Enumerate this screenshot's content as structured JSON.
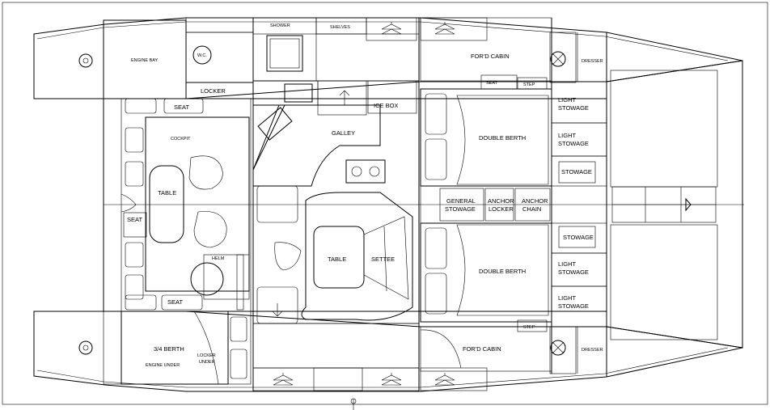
{
  "labels": {
    "engine_bay": "ENGINE BAY",
    "wc": "W.C.",
    "shower": "SHOWER",
    "shelves": "SHELVES",
    "locker": "LOCKER",
    "seat_top": "SEAT",
    "cockpit": "COCKPIT",
    "table_cockpit": "TABLE",
    "seat_side": "SEAT",
    "helm": "HELM",
    "seat_bottom": "SEAT",
    "galley": "GALLEY",
    "ice_box": "ICE BOX",
    "table_saloon": "TABLE",
    "settee": "SETTEE",
    "ford_cabin_top": "FOR'D CABIN",
    "ford_cabin_bottom": "FOR'D CABIN",
    "seat_ford": "SEAT",
    "step_top": "STEP",
    "step_bottom": "STEP",
    "double_berth_top": "DOUBLE BERTH",
    "double_berth_bottom": "DOUBLE BERTH",
    "general_stowage_1": "GENERAL",
    "general_stowage_2": "STOWAGE",
    "anchor_locker_1": "ANCHOR",
    "anchor_locker_2": "LOCKER",
    "anchor_chain_1": "ANCHOR",
    "anchor_chain_2": "CHAIN",
    "dresser_top": "DRESSER",
    "dresser_bottom": "DRESSER",
    "light_stowage_1a": "LIGHT",
    "light_stowage_1b": "STOWAGE",
    "light_stowage_2a": "LIGHT",
    "light_stowage_2b": "STOWAGE",
    "stowage_top": "STOWAGE",
    "stowage_bottom": "STOWAGE",
    "light_stowage_3a": "LIGHT",
    "light_stowage_3b": "STOWAGE",
    "light_stowage_4a": "LIGHT",
    "light_stowage_4b": "STOWAGE",
    "berth_34": "3/4 BERTH",
    "engine_under": "ENGINE UNDER",
    "locker_under_1": "LOCKER",
    "locker_under_2": "UNDER"
  }
}
